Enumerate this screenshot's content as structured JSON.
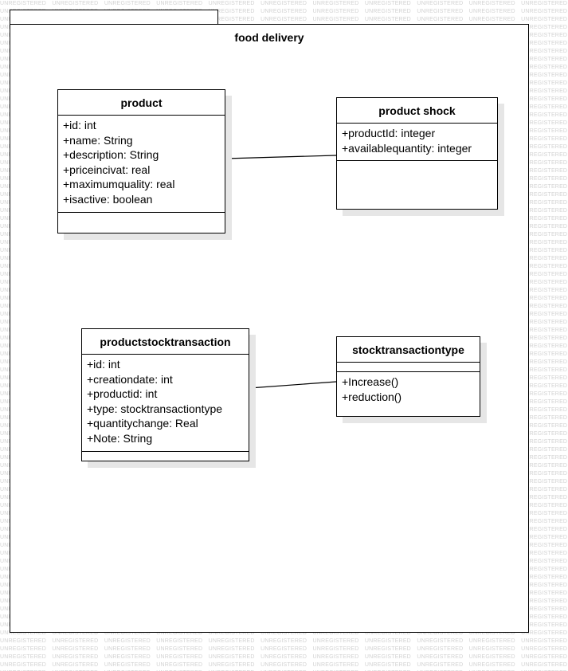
{
  "watermark": "UNREGISTERED",
  "package": {
    "title": "food delivery"
  },
  "classes": [
    {
      "name": "product",
      "attributes": [
        "+id: int",
        "+name: String",
        "+description: String",
        "+priceincivat: real",
        "+maximumquality: real",
        "+isactive: boolean"
      ],
      "operations": []
    },
    {
      "name": "product shock",
      "attributes": [
        "+productId: integer",
        "+availablequantity: integer"
      ],
      "operations": []
    },
    {
      "name": "productstocktransaction",
      "attributes": [
        "+id: int",
        "+creationdate: int",
        "+productid: int",
        "+type: stocktransactiontype",
        "+quantitychange: Real",
        "+Note: String"
      ],
      "operations": []
    },
    {
      "name": "stocktransactiontype",
      "attributes": [],
      "operations": [
        "+Increase()",
        "+reduction()"
      ]
    }
  ]
}
